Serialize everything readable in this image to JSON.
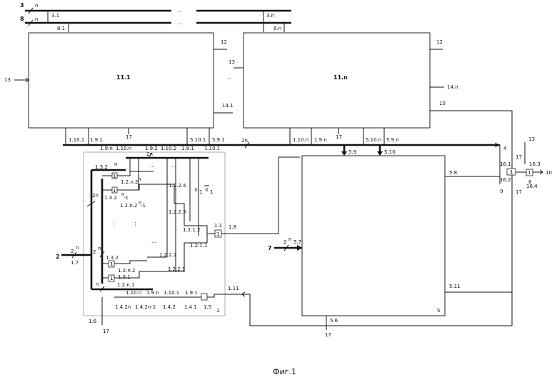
{
  "figure_caption": "Фиг.1",
  "blocks": {
    "b11_1": "11.1",
    "b11_n": "11.n",
    "b1": "1",
    "b5": "5",
    "b1_1": "1.1"
  },
  "ellipses": {
    "top": "...",
    "mid": "...",
    "dots": "⋮"
  },
  "labels": {
    "n3": "3",
    "n8": "8",
    "n": "n",
    "l3_1": "3.1",
    "l3_n": "3.n",
    "l8_1": "8.1",
    "l8_n": "8.n",
    "l12": "12",
    "l13": "13",
    "l14_1": "14.1",
    "l14_n": "14.n",
    "l15": "15",
    "l17": "17",
    "l1_10_1": "1.10.1",
    "l1_9_1": "1.9.1",
    "l5_10_1": "5.10.1",
    "l5_9_1": "5.9.1",
    "l2n": "2n",
    "l1_10_n": "1.10.n",
    "l1_9_n": "1.9.n",
    "l5_10_n": "5.10.n",
    "l5_9_n": "5.9.n",
    "l5_9": "5.9",
    "l5_10": "5.10",
    "l4": "4",
    "l1_9_n_b": "1.9.n",
    "l1_10_n_b": "1.10.n",
    "l1_9_2": "1.9.2",
    "l1_10_2": "1.10.2",
    "l1_9_1_b": "1.9.1",
    "l1_10_1_b": "1.10.1",
    "l1_3_2n": "1.3.2",
    "sup_n": "n",
    "l1_2_n_2n": "1.2.n.2",
    "l1_3_2n_1": "1.3.2",
    "sup_n1": "n",
    "l1_2_n_2n_1": "1.2.n.2",
    "sup_n_m1": "n",
    "m1": "-1",
    "l1_2_2_4": "1.2.2.4",
    "l1_2_2_3": "1.2.2.3",
    "l1_2_1_2": "1.2.1.2",
    "l1_2_1_1": "1.2.1.1",
    "l1_2_2_2": "1.2.2.2",
    "l1_2_2_1": "1.2.2.1",
    "l1_3_2": "1.3.2",
    "l1_2_n_2": "1.2.n.2",
    "l1_3_1": "1.3.1",
    "l1_2_n_1": "1.2.n.1",
    "x1": "X",
    "sub1": "1",
    "x1bar": "X",
    "l1_8": "1.8",
    "l2": "2",
    "l1_7": "1.7",
    "sup2n": "2",
    "l1_10_n_c": "1.10.n",
    "l1_9_n_c": "1.9.n",
    "l1_10_1_c": "1.10.1",
    "l1_9_1_c": "1.9.1",
    "l1_4_2n": "1.4.2n",
    "l1_4_2n_1": "1.4.2n-1",
    "l1_4_2": "1.4.2",
    "l1_4_1": "1.4.1",
    "l1_5": "1.5",
    "l1_11": "1.11",
    "l1_6": "1.6",
    "l7": "7",
    "l5_7": "5.7",
    "l5_8": "5.8",
    "l5_11": "5.11",
    "l5_6": "5.6",
    "l16_1": "16.1",
    "l16_2": "16.2",
    "l16_3": "16.3",
    "l16_4": "16.4",
    "l9": "9",
    "l10": "10",
    "l6": "6",
    "gate1": "1"
  }
}
